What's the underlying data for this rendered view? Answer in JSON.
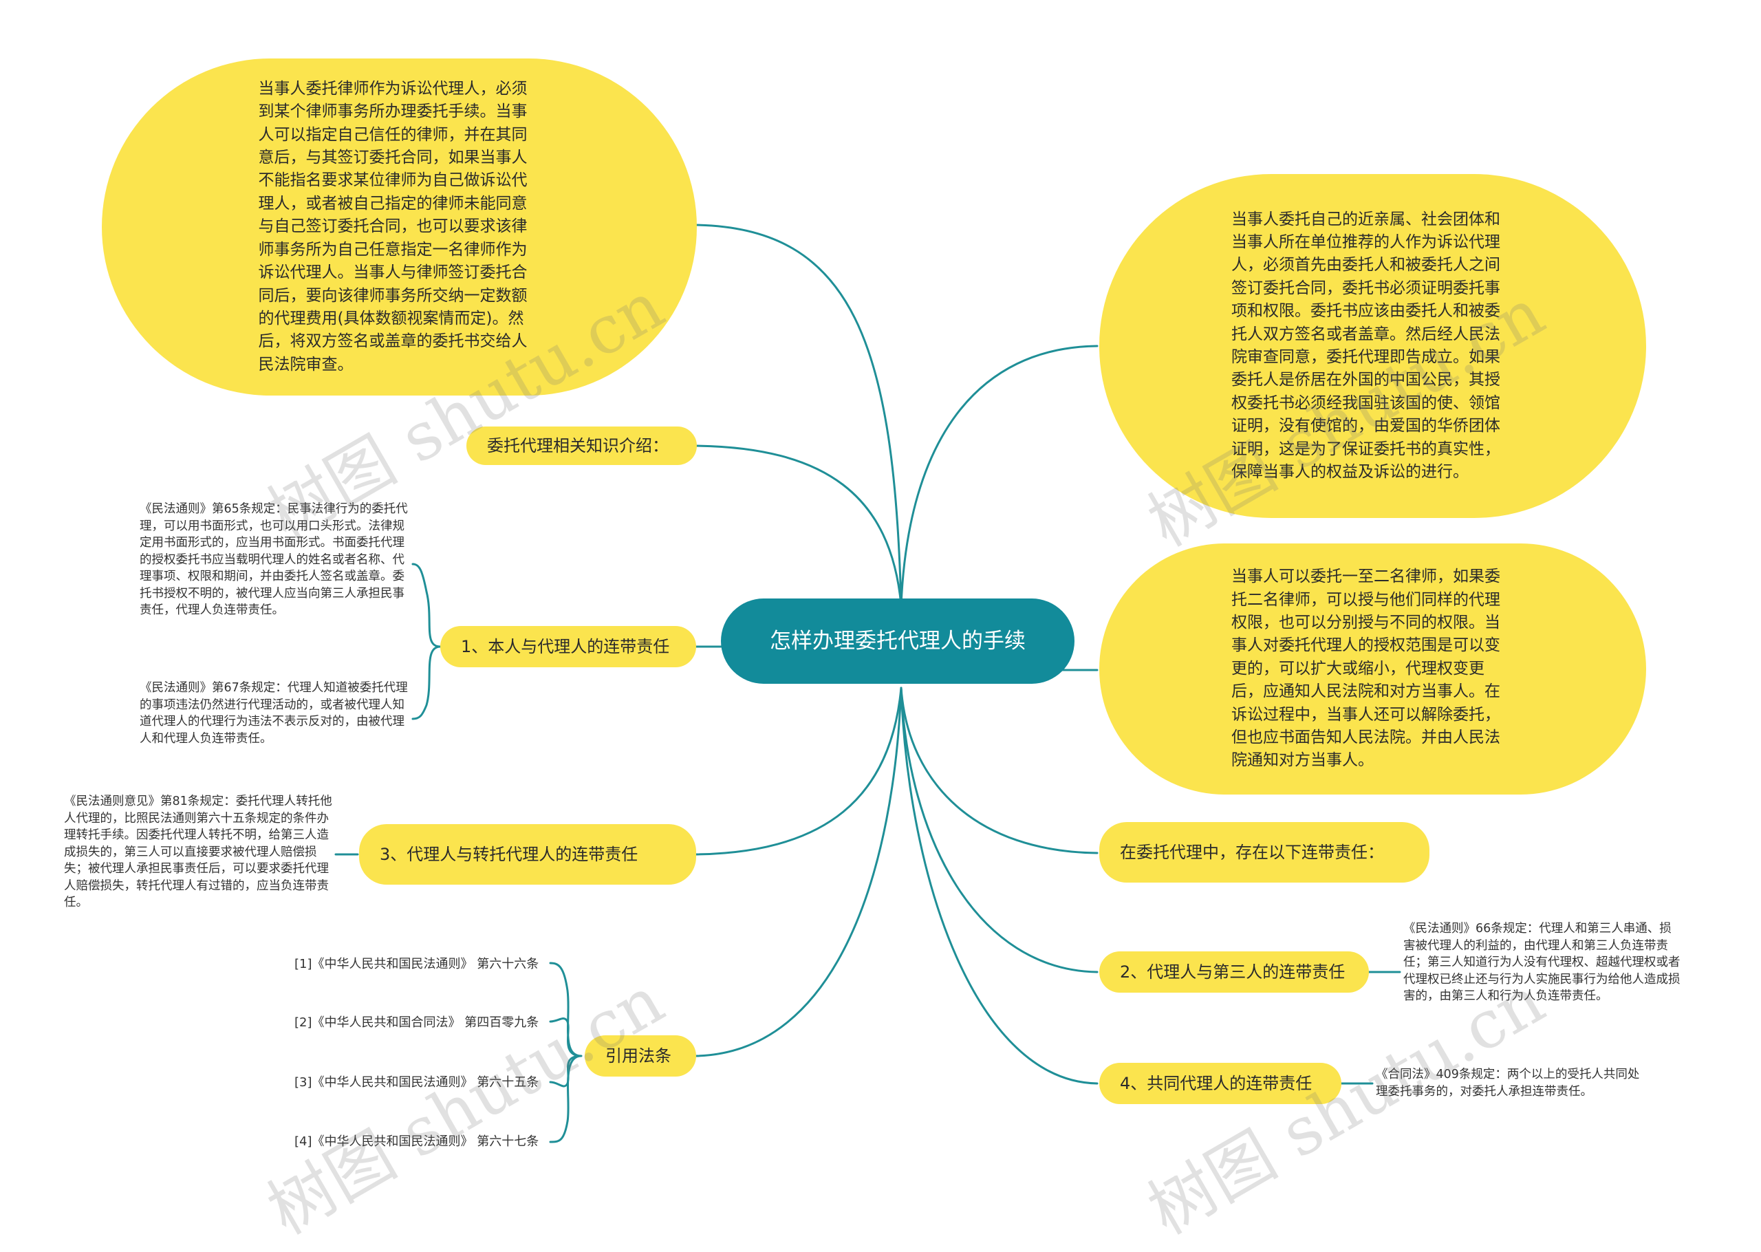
{
  "center": {
    "title": "怎样办理委托代理人的手续"
  },
  "nodes": {
    "lawyer_text": "当事人委托律师作为诉讼代理人，必须到某个律师事务所办理委托手续。当事人可以指定自己信任的律师，并在其同意后，与其签订委托合同，如果当事人不能指名要求某位律师为自己做诉讼代理人，或者被自己指定的律师未能同意与自己签订委托合同，也可以要求该律师事务所为自己任意指定一名律师作为诉讼代理人。当事人与律师签订委托合同后，要向该律师事务所交纳一定数额的代理费用(具体数额视案情而定)。然后，将双方签名或盖章的委托书交给人民法院审查。",
    "intro": "委托代理相关知识介绍：",
    "principal_agent": "1、本人与代理人的连带责任",
    "principal_agent_note1": "《民法通则》第65条规定：民事法律行为的委托代理，可以用书面形式，也可以用口头形式。法律规定用书面形式的，应当用书面形式。书面委托代理的授权委托书应当载明代理人的姓名或者名称、代理事项、权限和期间，并由委托人签名或盖章。委托书授权不明的，被代理人应当向第三人承担民事责任，代理人负连带责任。",
    "principal_agent_note2": "《民法通则》第67条规定：代理人知道被委托代理的事项违法仍然进行代理活动的，或者被代理人知道代理人的代理行为违法不表示反对的，由被代理人和代理人负连带责任。",
    "sub_agent": "3、代理人与转托代理人的连带责任",
    "sub_agent_note": "《民法通则意见》第81条规定：委托代理人转托他人代理的，比照民法通则第六十五条规定的条件办理转托手续。因委托代理人转托不明，给第三人造成损失的，第三人可以直接要求被代理人赔偿损失；被代理人承担民事责任后，可以要求委托代理人赔偿损失，转托代理人有过错的，应当负连带责任。",
    "citations": "引用法条",
    "citation_items": [
      "[1]《中华人民共和国民法通则》 第六十六条",
      "[2]《中华人民共和国合同法》 第四百零九条",
      "[3]《中华人民共和国民法通则》 第六十五条",
      "[4]《中华人民共和国民法通则》 第六十七条"
    ],
    "relatives_text": "当事人委托自己的近亲属、社会团体和当事人所在单位推荐的人作为诉讼代理人，必须首先由委托人和被委托人之间签订委托合同，委托书必须证明委托事项和权限。委托书应该由委托人和被委托人双方签名或者盖章。然后经人民法院审查同意，委托代理即告成立。如果委托人是侨居在外国的中国公民，其授权委托书必须经我国驻该国的使、领馆证明，没有使馆的，由爱国的华侨团体证明，这是为了保证委托书的真实性，保障当事人的权益及诉讼的进行。",
    "two_lawyers_text": "当事人可以委托一至二名律师，如果委托二名律师，可以授与他们同样的代理权限，也可以分别授与不同的权限。当事人对委托代理人的授权范围是可以变更的，可以扩大或缩小，代理权变更后，应通知人民法院和对方当事人。在诉讼过程中，当事人还可以解除委托，但也应书面告知人民法院。并由人民法院通知对方当事人。",
    "joint_liability_intro": "在委托代理中，存在以下连带责任：",
    "agent_third": "2、代理人与第三人的连带责任",
    "agent_third_note": "《民法通则》66条规定：代理人和第三人串通、损害被代理人的利益的，由代理人和第三人负连带责任；第三人知道行为人没有代理权、超越代理权或者代理权已终止还与行为人实施民事行为给他人造成损害的，由第三人和行为人负连带责任。",
    "co_agent": "4、共同代理人的连带责任",
    "co_agent_note": "《合同法》409条规定：两个以上的受托人共同处理委托事务的，对委托人承担连带责任。"
  },
  "watermarks": [
    "树图 shutu.cn",
    "树图 shutu.cn",
    "树图 shutu.cn",
    "树图 shutu.cn"
  ],
  "colors": {
    "node_fill": "#fbe44e",
    "center_fill": "#128b9a",
    "link": "#1f8f97"
  }
}
